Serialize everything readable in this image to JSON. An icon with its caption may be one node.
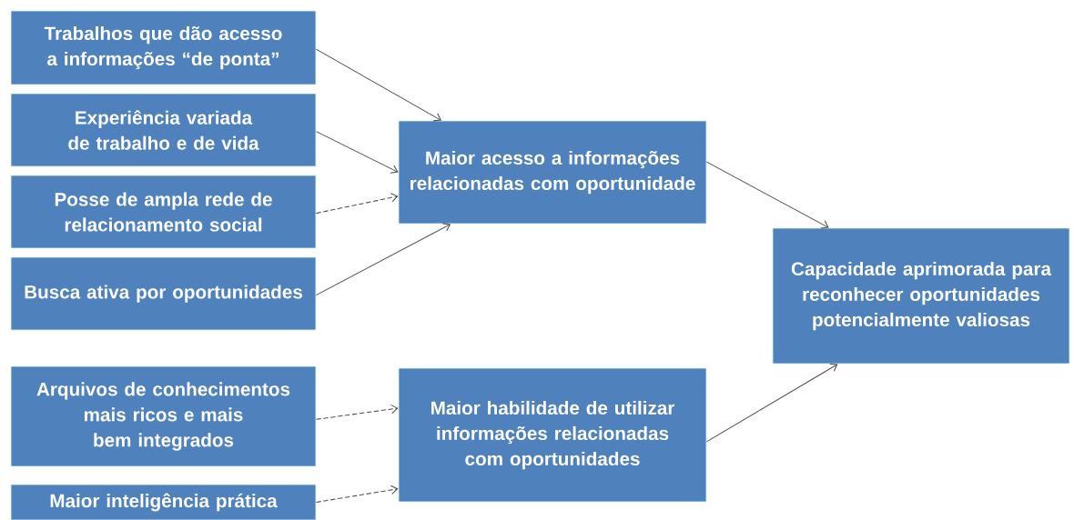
{
  "diagram": {
    "nodes": [
      {
        "text": [
          "Trabalhos que dão acesso a informações “de ponta”"
        ]
      },
      {
        "text": [
          "Experiência variada de trabalho e de vida"
        ]
      },
      {
        "text": [
          "Posse de ampla rede de relacionamento social"
        ]
      },
      {
        "text": [
          "Busca ativa por oportunidades"
        ]
      },
      {
        "text": [
          "Maior acesso a informações relacionadas com oportunidade"
        ]
      },
      {
        "text": [
          "Arquivos de conhecimentos mais ricos e mais bem integrados"
        ]
      },
      {
        "text": [
          "Maior inteligência prática"
        ]
      },
      {
        "text": [
          "Maior habilidade de utilizar informações relacionadas com oportunidades"
        ]
      },
      {
        "text": [
          "Capacidade aprimorada para reconhecer oportunidades potencialmente valiosas"
        ]
      }
    ],
    "edges": [
      {
        "from": 0,
        "to": 4,
        "arrow": "to"
      },
      {
        "from": 1,
        "to": 4,
        "arrow": "to"
      },
      {
        "from": 2,
        "to": 4,
        "arrow": "to",
        "style": "dashed"
      },
      {
        "from": 3,
        "to": 4,
        "arrow": "to"
      },
      {
        "from": 5,
        "to": 7,
        "arrow": "to",
        "style": "dashed"
      },
      {
        "from": 6,
        "to": 7,
        "arrow": "to",
        "style": "dashed"
      },
      {
        "from": 4,
        "to": 8,
        "arrow": "to"
      },
      {
        "from": 7,
        "to": 8,
        "arrow": "to"
      }
    ]
  }
}
